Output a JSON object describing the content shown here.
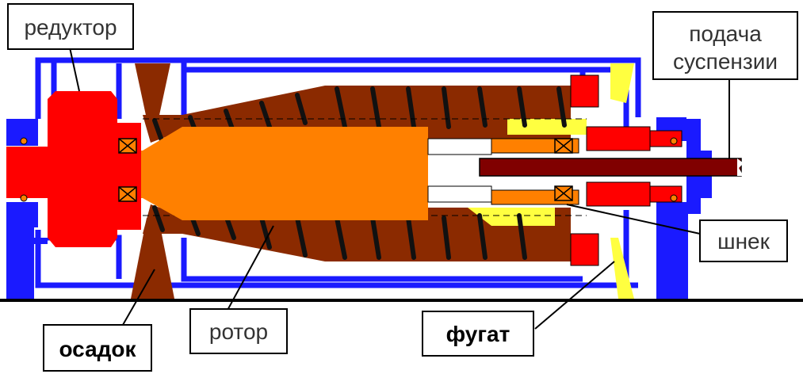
{
  "labels": {
    "reducer": "редуктор",
    "feed_line1": "подача",
    "feed_line2": "суспензии",
    "screw": "шнек",
    "sediment": "осадок",
    "rotor": "ротор",
    "centrate": "фугат"
  },
  "colors": {
    "housing": "#1a1aff",
    "gearbox": "#ff0000",
    "rotor": "#8b2a00",
    "shaft": "#ff8000",
    "feed_tube": "#800000",
    "liquid": "#ffff40",
    "ground": "#000000"
  }
}
